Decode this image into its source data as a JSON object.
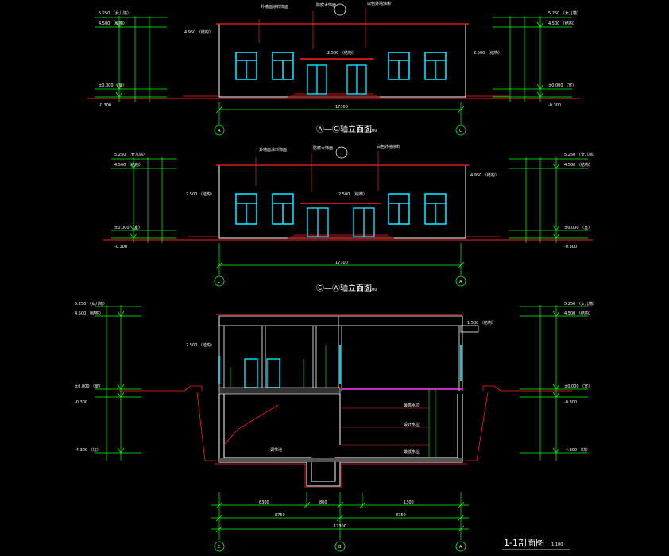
{
  "drawing": {
    "colors": {
      "background": "#000000",
      "wall": "#ffffff",
      "roof": "#ff2020",
      "window": "#00e5ff",
      "dimension": "#00ff00",
      "ground": "#ff2020",
      "leader": "#ff3030",
      "magenta": "#ff40ff",
      "text": "#ffffff"
    },
    "view1": {
      "title": "Ⓐ—Ⓒ轴立面图",
      "scale": "1:100",
      "axis_left": "A",
      "axis_right": "C",
      "total_dim": "17300",
      "elev_labels_left": [
        "5.250 （女儿墙）",
        "4.500 （结构）",
        "±0.000 （室）",
        "-0.300"
      ],
      "elev_labels_right": [
        "5.250 （女儿墙）",
        "4.500 （结构）",
        "±0.000 （室）",
        "-0.300"
      ],
      "mid_labels": [
        "4.950 （结构）",
        "2.500 （结构）",
        "2.500 （结构）"
      ],
      "notes": [
        "外墙面涂料饰面",
        "白色外墙涂料",
        "防腐木饰面"
      ]
    },
    "view2": {
      "title": "Ⓒ—Ⓐ轴立面图",
      "scale": "1:100",
      "axis_left": "C",
      "axis_right": "A",
      "total_dim": "17300",
      "elev_labels_left": [
        "5.250 （女儿墙）",
        "4.500 （结构）",
        "±0.000 （室）",
        "-0.300"
      ],
      "elev_labels_right": [
        "5.250 （女儿墙）",
        "4.500 （结构）",
        "±0.000 （室）",
        "-0.300"
      ],
      "mid_labels": [
        "2.500 （结构）",
        "2.500 （结构）",
        "4.950 （结构）"
      ],
      "notes": [
        "外墙面涂料饰面",
        "白色外墙涂料",
        "防腐木饰面"
      ]
    },
    "section": {
      "title": "1-1剖面图",
      "scale": "1:100",
      "axis_left": "C",
      "axis_mid": "B",
      "axis_right": "A",
      "dims_top": [
        "6300",
        "800",
        "1300"
      ],
      "dims_mid": [
        "8750",
        "8750"
      ],
      "total_dim": "17300",
      "elev_labels_left": [
        "5.250 （女儿墙）",
        "4.500 （结构）",
        "±0.000 （室）",
        "-0.300",
        "-4.300 （坑）"
      ],
      "elev_labels_right": [
        "5.250 （女儿墙）",
        "4.500 （结构）",
        "±0.000 （室）",
        "-0.300",
        "-4.300 （坑）"
      ],
      "inner_labels": [
        "1.500 （结构）",
        "2.500 （结构）",
        "最高水位",
        "设计水位",
        "最低水位",
        "调节池"
      ]
    }
  }
}
